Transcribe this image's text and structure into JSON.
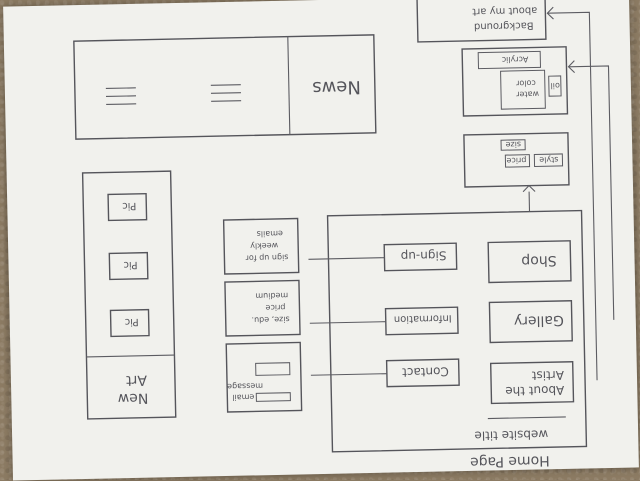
{
  "home": {
    "title": "Home Page",
    "website_title": "website title",
    "nav": {
      "about_artist": [
        "About the",
        "Artist"
      ],
      "gallery": "Gallery",
      "shop": "Shop"
    },
    "actions": {
      "contact": "Contact",
      "information": "Information",
      "sign_up": "Sign-up"
    }
  },
  "notes": {
    "contact_fields": [
      "email",
      "message"
    ],
    "information_lines": [
      "size, edu.",
      "price",
      "medium"
    ],
    "signup_lines": [
      "sign up for",
      "weekly",
      "emails"
    ]
  },
  "shop_detail": {
    "style": "style",
    "price": "price",
    "size": "size"
  },
  "gallery_detail": {
    "oil": "oil",
    "water_color": [
      "water",
      "color"
    ],
    "acrylic": "Acrylic"
  },
  "about_detail": {
    "lines": [
      "Background",
      "about my art"
    ]
  },
  "news": {
    "title": "News"
  },
  "new_art": {
    "title": [
      "New",
      "Art"
    ],
    "items": [
      "Pic",
      "Pic",
      "Pic"
    ]
  }
}
